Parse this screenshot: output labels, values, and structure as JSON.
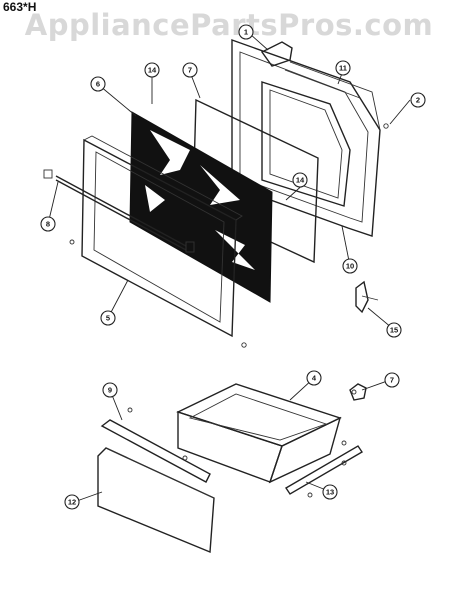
{
  "header": {
    "model": "663*H",
    "watermark": "AppliancePartsPros.com"
  },
  "callouts": {
    "c1": "1",
    "c2": "2",
    "c4": "4",
    "c5": "5",
    "c6": "6",
    "c7a": "7",
    "c7b": "7",
    "c8": "8",
    "c9": "9",
    "c10": "10",
    "c11": "11",
    "c12": "12",
    "c13": "13",
    "c14a": "14",
    "c14b": "14",
    "c15": "15"
  }
}
